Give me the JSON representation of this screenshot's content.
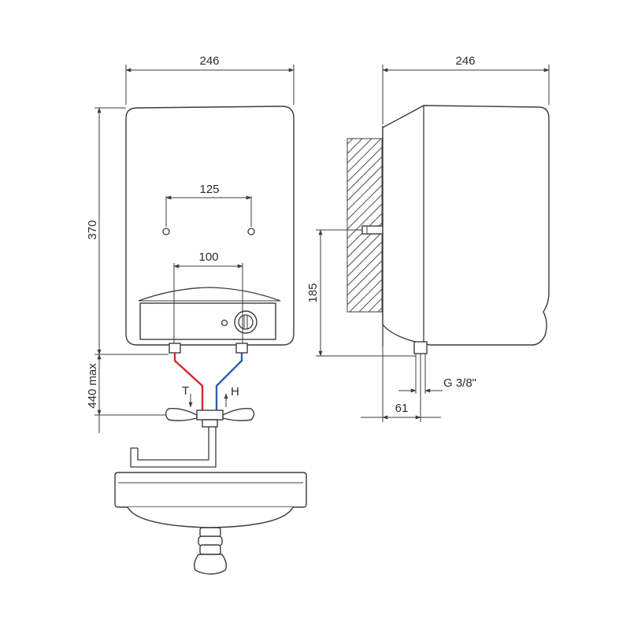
{
  "labels": {
    "front_width": "246",
    "side_width": "246",
    "height": "370",
    "mount_spacing": "125",
    "pipe_spacing": "100",
    "mount_height": "185",
    "tap_distance": "440 max",
    "thread": "G 3/8\"",
    "wall_offset": "61",
    "cold_marker": "T",
    "hot_marker": "H"
  },
  "colors": {
    "line": "#3c3c3c",
    "hot_pipe": "#d8272c",
    "cold_pipe": "#2f5fb3",
    "background": "#ffffff"
  }
}
